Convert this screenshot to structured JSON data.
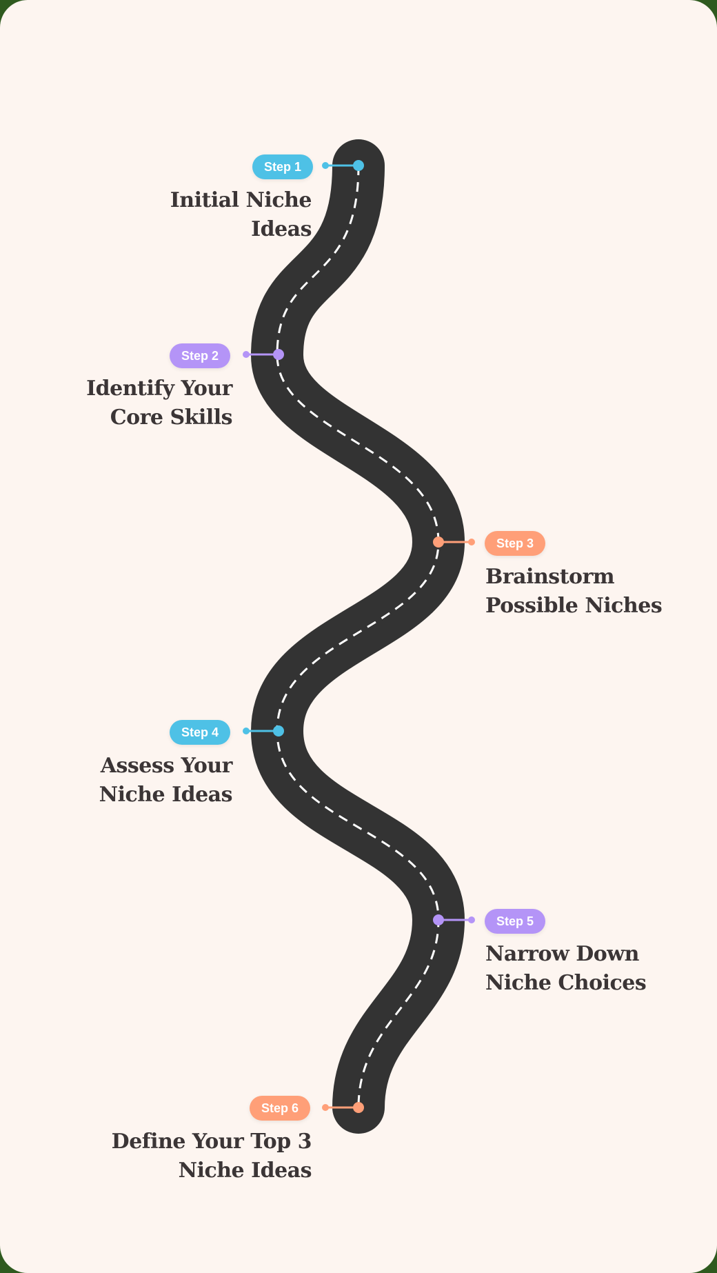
{
  "colors": {
    "background": "#fdf5f0",
    "outer": "#2f5a1f",
    "road": "#333333",
    "lane": "#ffffff",
    "blue": "#4ec1e6",
    "purple": "#b494f7",
    "orange": "#ff9f78",
    "text": "#3b3536"
  },
  "steps": [
    {
      "label": "Step 1",
      "title": "Initial Niche\nIdeas",
      "color": "blue"
    },
    {
      "label": "Step 2",
      "title": "Identify Your\nCore Skills",
      "color": "purple"
    },
    {
      "label": "Step 3",
      "title": "Brainstorm\nPossible Niches",
      "color": "orange"
    },
    {
      "label": "Step 4",
      "title": "Assess Your\nNiche Ideas",
      "color": "blue"
    },
    {
      "label": "Step 5",
      "title": "Narrow Down\nNiche Choices",
      "color": "purple"
    },
    {
      "label": "Step 6",
      "title": "Define Your Top 3\nNiche Ideas",
      "color": "orange"
    }
  ]
}
